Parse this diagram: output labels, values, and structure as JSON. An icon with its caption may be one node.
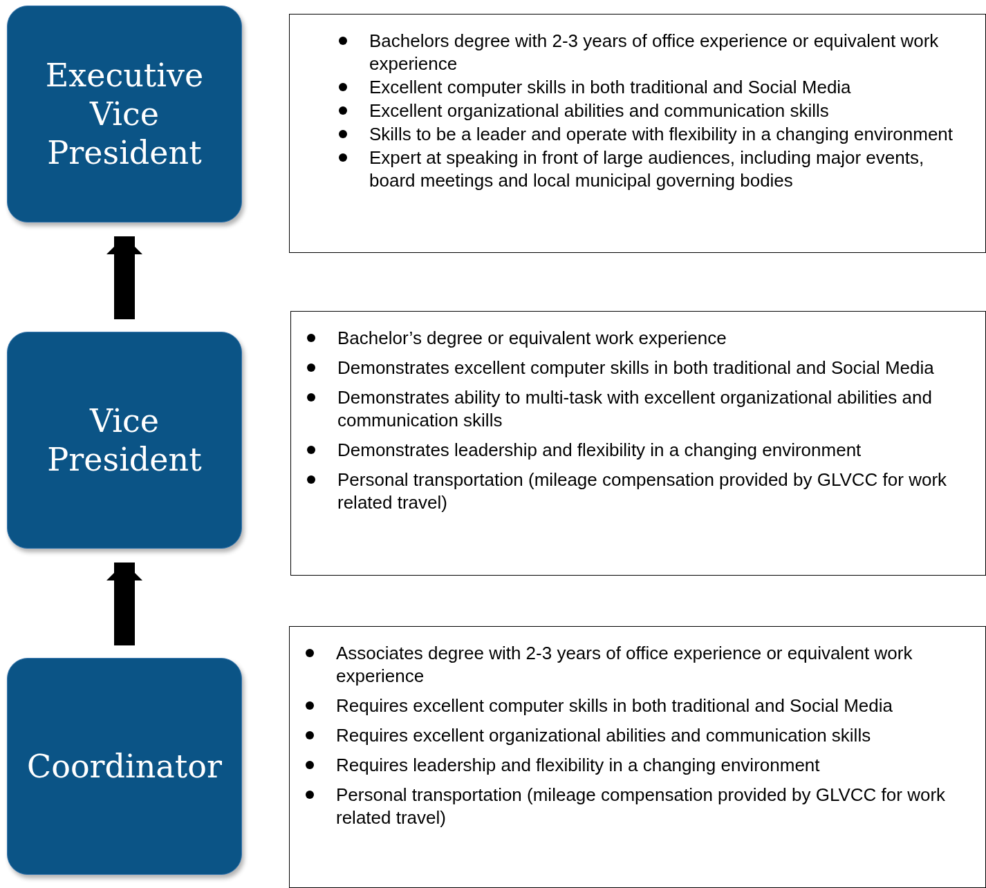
{
  "diagram": {
    "nodes": [
      {
        "text": [
          "Executive Vice President"
        ]
      },
      {
        "text": [
          "Bachelors degree with 2-3 years of office experience or equivalent work experience",
          "Excellent computer skills in both traditional and Social Media",
          "Excellent organizational abilities and communication skills",
          "Skills to be a leader and operate with flexibility in a changing environment",
          "Expert at speaking in front of large audiences, including major events, board meetings and local municipal governing bodies"
        ]
      },
      {
        "text": [
          "Vice President"
        ]
      },
      {
        "text": [
          "Bachelor’s degree or equivalent work experience",
          "Demonstrates excellent computer skills in both traditional and Social Media",
          "Demonstrates ability to multi-task with excellent organizational abilities and communication skills",
          "Demonstrates leadership and flexibility in a changing environment",
          "Personal transportation (mileage compensation provided by GLVCC for work related travel)"
        ]
      },
      {
        "text": [
          "Coordinator"
        ]
      },
      {
        "text": [
          "Associates degree with 2-3 years of office experience or equivalent work experience",
          "Requires excellent computer skills in both traditional and Social Media",
          "Requires excellent organizational abilities and communication skills",
          "Requires leadership and flexibility in a changing environment",
          "Personal transportation (mileage compensation provided by GLVCC for work related travel)"
        ]
      }
    ],
    "edges": [
      {
        "from": 2,
        "to": 0,
        "arrow": "to"
      },
      {
        "from": 4,
        "to": 2,
        "arrow": "to"
      }
    ]
  }
}
